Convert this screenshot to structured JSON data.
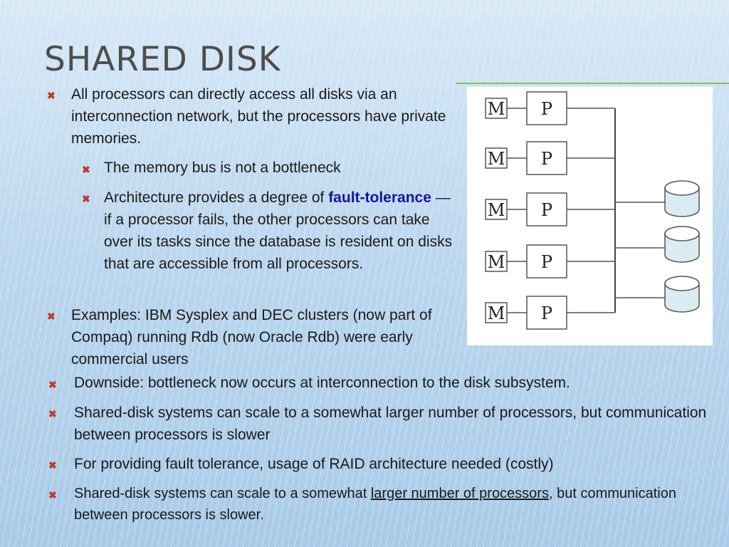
{
  "slide": {
    "title": "Shared Disk",
    "bullets": [
      {
        "text": "All processors can directly access all disks via an interconnection network, but the processors have private memories."
      },
      {
        "text": "The memory bus is not a bottleneck"
      },
      {
        "text_before": "Architecture provides a degree of ",
        "highlight": "fault-tolerance",
        "text_after": " — if a processor fails, the other processors can take over its tasks since the database is resident on disks that are accessible from all processors."
      },
      {
        "text": "Examples:  IBM Sysplex and DEC clusters (now part of Compaq) running Rdb (now Oracle Rdb) were early commercial users"
      },
      {
        "text": "Downside: bottleneck now occurs at interconnection to the disk subsystem."
      },
      {
        "text": "Shared-disk systems can scale to a somewhat larger number of processors, but communication between processors is slower"
      },
      {
        "text": "For providing fault tolerance, usage of RAID architecture needed (costly)"
      },
      {
        "text_before": "Shared-disk systems can scale to a somewhat ",
        "underlined": "larger number of processors",
        "text_after": ", but communication between processors is slower."
      }
    ],
    "bullet_icon": "x-mark-icon"
  },
  "diagram": {
    "memory_label": "M",
    "processor_label": "P",
    "node_count": 5,
    "disk_count": 3
  },
  "colors": {
    "title": "#4d4d4d",
    "bullet_mark": "#c0392b",
    "highlight": "#1515a8",
    "accent_rule": "#7fc45a"
  }
}
